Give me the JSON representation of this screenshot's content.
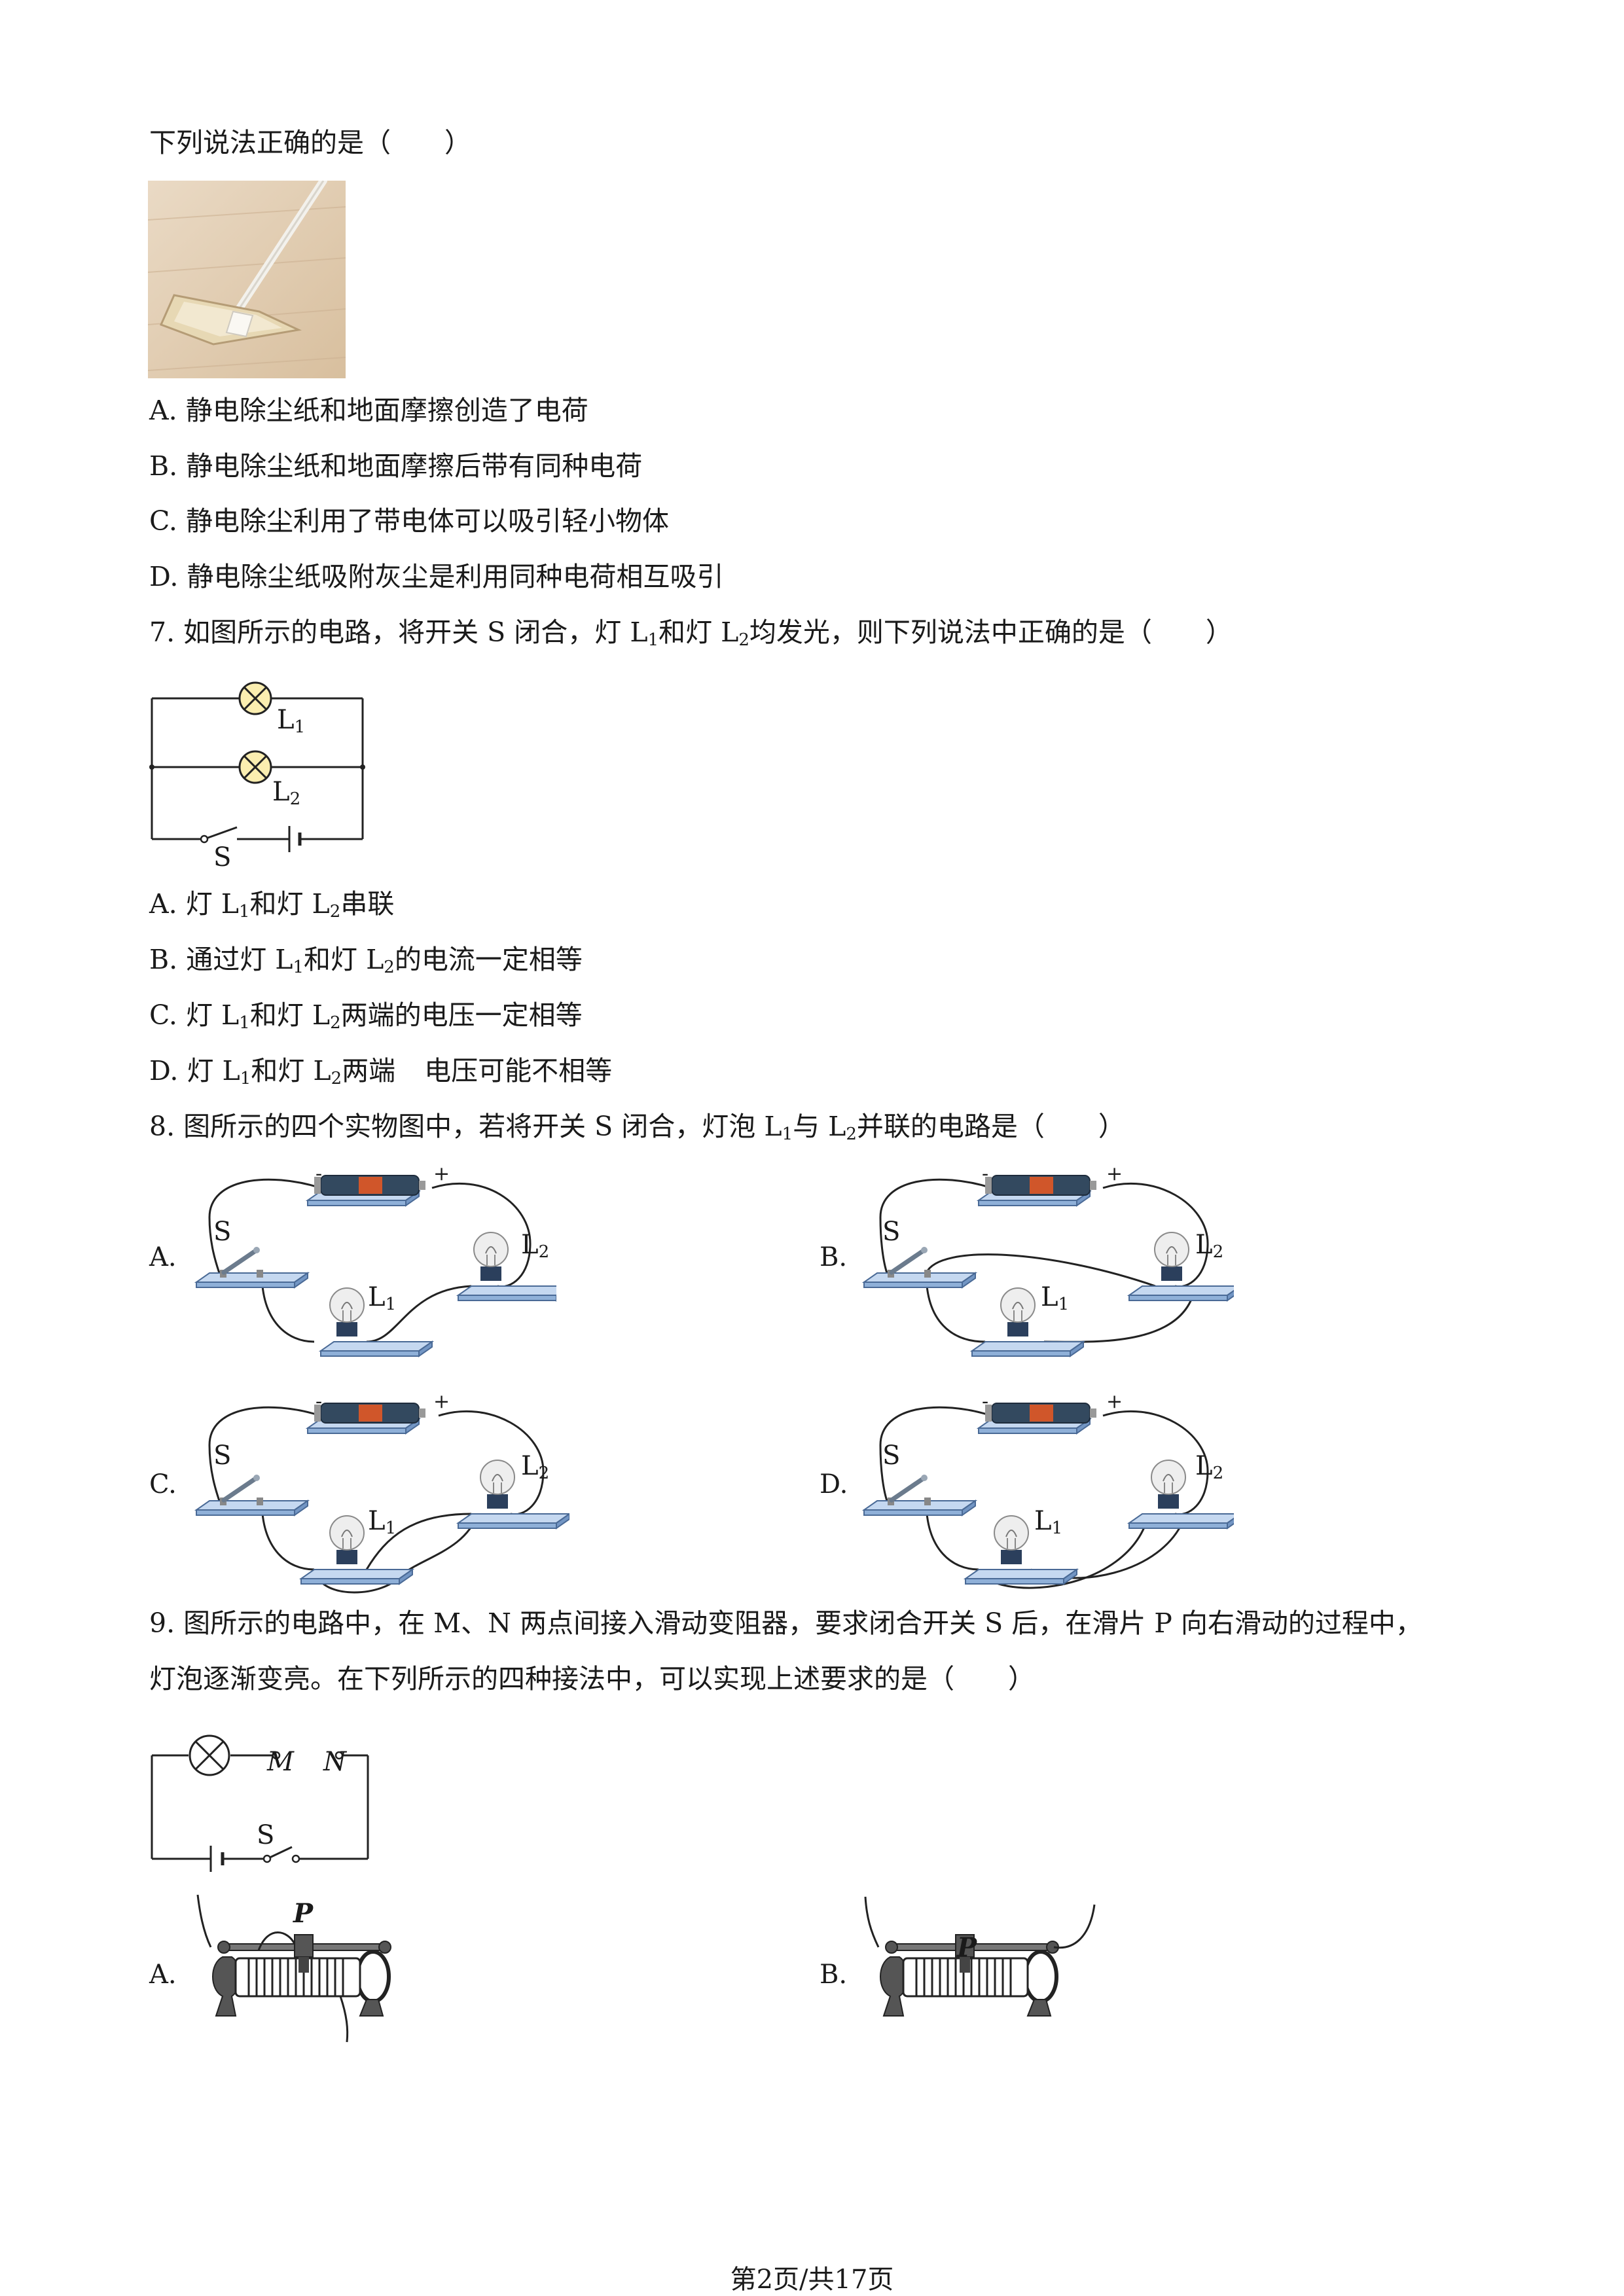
{
  "q6": {
    "stem": "下列说法正确的是（　　）",
    "options": [
      {
        "letter": "A.",
        "text": "静电除尘纸和地面摩擦创造了电荷"
      },
      {
        "letter": "B.",
        "text": "静电除尘纸和地面摩擦后带有同种电荷"
      },
      {
        "letter": "C.",
        "text": "静电除尘利用了带电体可以吸引轻小物体"
      },
      {
        "letter": "D.",
        "text": "静电除尘纸吸附灰尘是利用同种电荷相互吸引"
      }
    ]
  },
  "q7": {
    "stem_a": "7. 如图所示的电路，将开关 S 闭合，灯 L",
    "stem_b": "和灯 L",
    "stem_c": "均发光，则下列说法中正确的是（　　）",
    "sub1": "1",
    "sub2": "2",
    "fig_labels": {
      "l": "L",
      "s": "S"
    },
    "options": [
      {
        "letter": "A.",
        "a": "灯 L",
        "b": "和灯 L",
        "c": "串联"
      },
      {
        "letter": "B.",
        "a": "通过灯 L",
        "b": "和灯 L",
        "c": "的电流一定相等"
      },
      {
        "letter": "C.",
        "a": "灯 L",
        "b": "和灯 L",
        "c": "两端的电压一定相等"
      },
      {
        "letter": "D.",
        "a": "灯 L",
        "b": "和灯 L",
        "c": "两端",
        "d": "电压可能不相等"
      }
    ]
  },
  "q8": {
    "stem_a": "8. 图所示的四个实物图中，若将开关 S 闭合，灯泡 L",
    "stem_b": "与 L",
    "stem_c": "并联的电路是（　　）",
    "sub1": "1",
    "sub2": "2",
    "fig_labels": {
      "s": "S",
      "l": "L",
      "minus": "-",
      "plus": "+"
    },
    "options": [
      {
        "letter": "A."
      },
      {
        "letter": "B."
      },
      {
        "letter": "C."
      },
      {
        "letter": "D."
      }
    ]
  },
  "q9": {
    "line1": "9. 图所示的电路中，在 M、N 两点间接入滑动变阻器，要求闭合开关 S 后，在滑片 P 向右滑动的过程中，",
    "line2": "灯泡逐渐变亮。在下列所示的四种接法中，可以实现上述要求的是（　　）",
    "fig_labels": {
      "m": "M",
      "n": "N",
      "s": "S",
      "p": "P"
    },
    "options": [
      {
        "letter": "A."
      },
      {
        "letter": "B."
      }
    ]
  },
  "footer": "第2页/共17页"
}
